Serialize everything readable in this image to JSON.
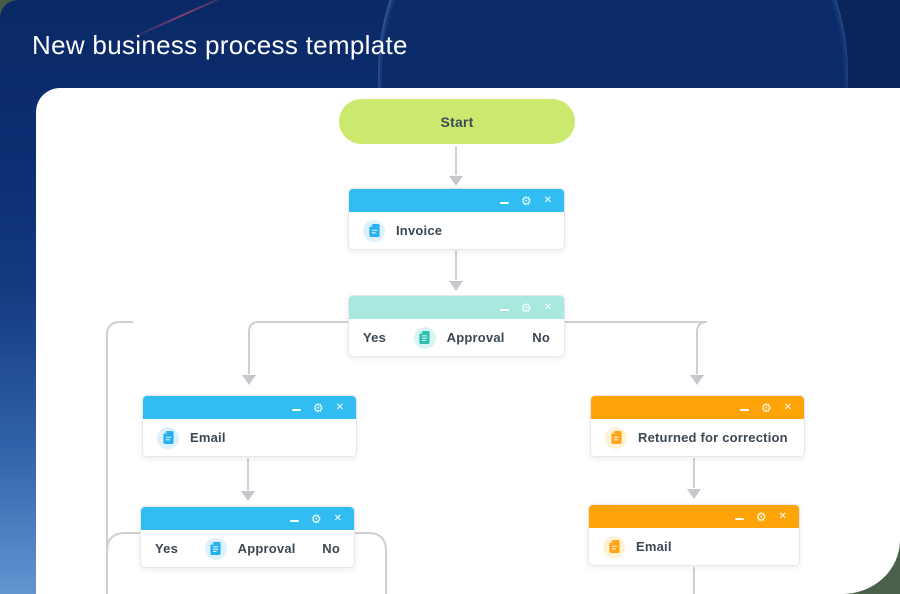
{
  "header": {
    "title": "New business process template"
  },
  "flow": {
    "start_label": "Start",
    "window_controls": {
      "minimize_icon": "minimize-bar",
      "settings_icon": "⚙",
      "close_icon": "✕"
    },
    "nodes": [
      {
        "id": "invoice",
        "label": "Invoice",
        "theme": "blue"
      },
      {
        "id": "approval-1",
        "label": "Approval",
        "theme": "teal",
        "yes_label": "Yes",
        "no_label": "No"
      },
      {
        "id": "email-1",
        "label": "Email",
        "theme": "blue"
      },
      {
        "id": "returned-for-correction",
        "label": "Returned for correction",
        "theme": "orange"
      },
      {
        "id": "approval-2",
        "label": "Approval",
        "theme": "blue",
        "yes_label": "Yes",
        "no_label": "No"
      },
      {
        "id": "email-2",
        "label": "Email",
        "theme": "orange"
      }
    ]
  },
  "colors": {
    "accent_blue": "#31bdf2",
    "accent_teal": "#a7e8df",
    "accent_orange": "#ffa408",
    "start_green": "#cce96f",
    "connector_gray": "#cdd0d4",
    "panel_navy": "#0b2c6f",
    "page_green": "#465c44"
  }
}
